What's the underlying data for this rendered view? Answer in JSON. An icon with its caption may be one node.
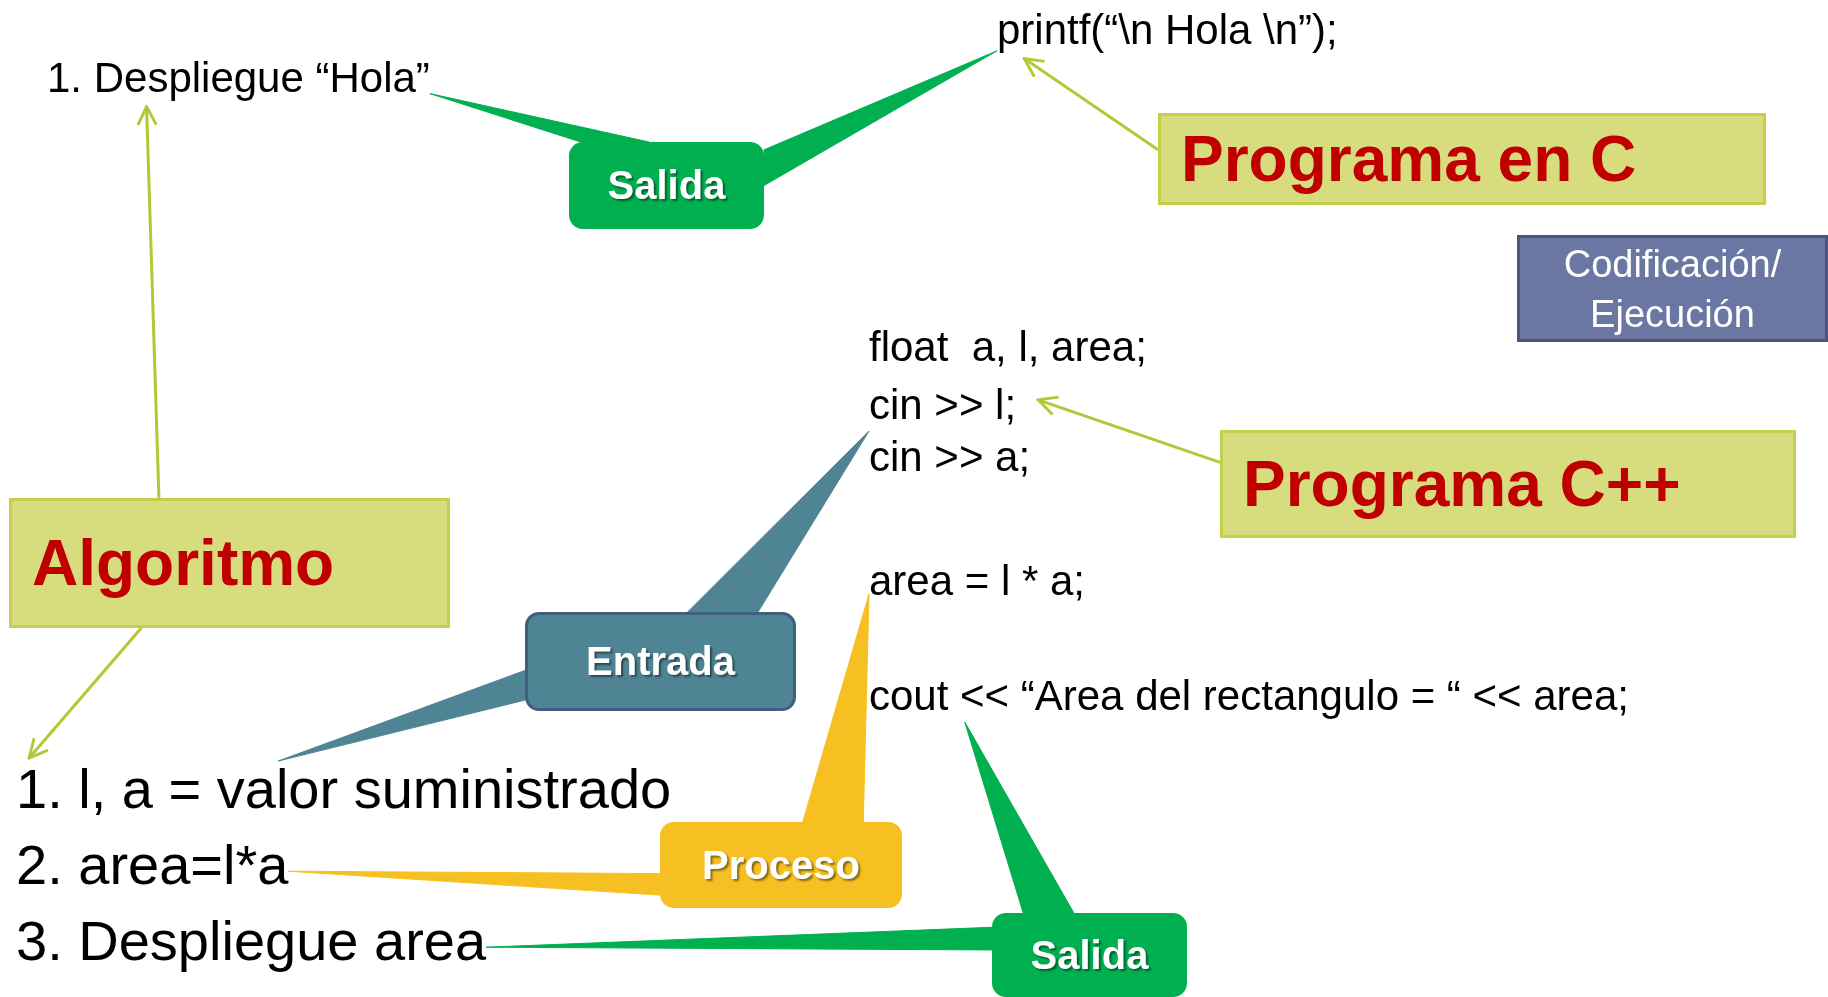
{
  "diagram": {
    "nodes": [
      {
        "text": [
          "1. Despliegue “Hola”"
        ]
      },
      {
        "text": [
          "printf(“\\n Hola \\n”);"
        ]
      },
      {
        "text": [
          "Salida"
        ]
      },
      {
        "text": [
          "Programa en C"
        ]
      },
      {
        "text": [
          "Codificación/ Ejecución"
        ]
      },
      {
        "text": [
          "cin >> l;",
          "cin >> a;"
        ]
      },
      {
        "text": [
          "Programa C++"
        ]
      },
      {
        "text": [
          "area = l * a;"
        ]
      },
      {
        "text": [
          "Algoritmo"
        ]
      },
      {
        "text": [
          "cout << “Area del rectangulo = “ << area;"
        ]
      },
      {
        "text": [
          "Entrada"
        ]
      },
      {
        "text": [
          "1. l, a = valor suministrado"
        ]
      },
      {
        "text": [
          "Proceso"
        ]
      },
      {
        "text": [
          "2. area=l*a"
        ]
      },
      {
        "text": [
          "3. Despliegue area"
        ]
      },
      {
        "text": [
          "Salida"
        ]
      }
    ],
    "edges": [
      {
        "from": 8,
        "to": 0,
        "arrow": "to"
      },
      {
        "from": 2,
        "to": 0,
        "arrow": "none",
        "color": "#00b050"
      },
      {
        "from": 2,
        "to": 1,
        "arrow": "none",
        "color": "#00b050"
      },
      {
        "from": 3,
        "to": 1,
        "arrow": "to"
      },
      {
        "from": 6,
        "to": 5,
        "arrow": "to"
      },
      {
        "from": 8,
        "to": 11,
        "arrow": "to"
      },
      {
        "from": 10,
        "to": 5,
        "arrow": "none",
        "color": "#4f8494"
      },
      {
        "from": 10,
        "to": 11,
        "arrow": "none",
        "color": "#4f8494"
      },
      {
        "from": 12,
        "to": 7,
        "arrow": "none",
        "color": "#f6c022"
      },
      {
        "from": 12,
        "to": 13,
        "arrow": "none",
        "color": "#f6c022"
      },
      {
        "from": 15,
        "to": 9,
        "arrow": "none",
        "color": "#00b050"
      },
      {
        "from": 15,
        "to": 14,
        "arrow": "none",
        "color": "#00b050"
      }
    ],
    "labels": [
      "float  a, l, area;"
    ]
  }
}
